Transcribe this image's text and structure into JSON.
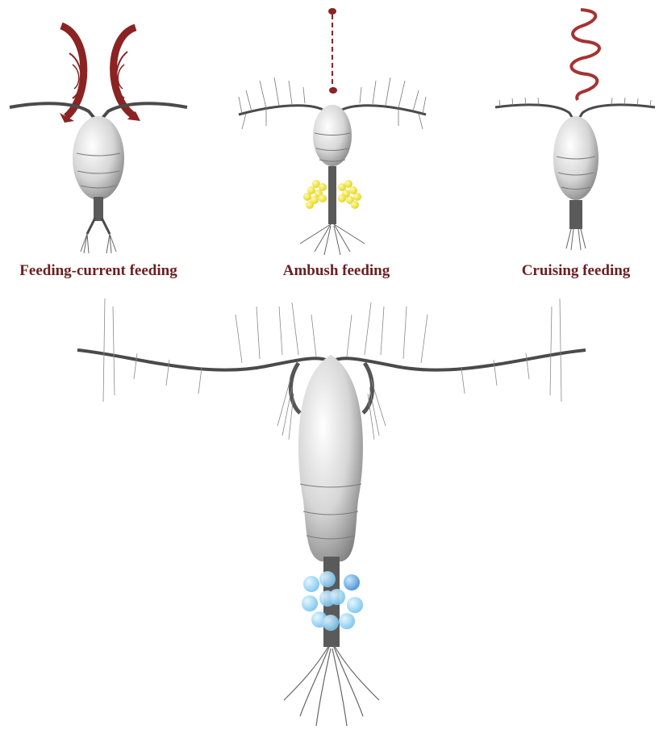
{
  "labels": {
    "feeding_current": "Feeding-current feeding",
    "ambush": "Ambush feeding",
    "cruising": "Cruising feeding"
  },
  "colors": {
    "label": "#6b1f1f",
    "flow_marker": "#8b2323",
    "egg_yellow": "#f2e626",
    "egg_blue": "#8fd3f4",
    "body_light": "#f4f4f4",
    "body_dark": "#8a8a8a",
    "appendage": "#4a4a4a"
  },
  "icons": {
    "feeding_current": "feeding-current-copepod-icon",
    "ambush": "ambush-copepod-icon",
    "cruising": "cruising-copepod-icon",
    "main": "copepod-with-egg-sacs-icon"
  }
}
